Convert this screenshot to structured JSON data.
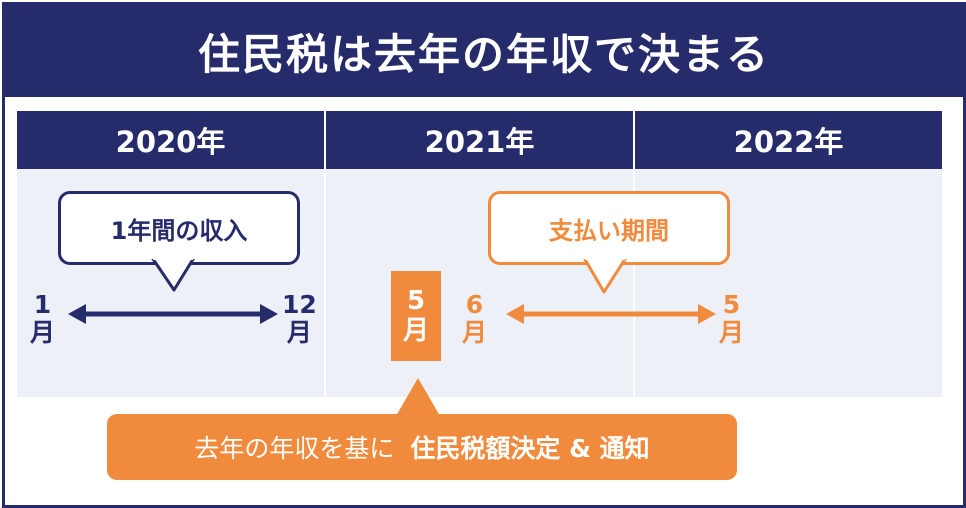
{
  "title": "住民税は去年の年収で決まる",
  "years": [
    "2020年",
    "2021年",
    "2022年"
  ],
  "income_bubble": {
    "label": "1年間の収入"
  },
  "income_period": {
    "start": {
      "num": "1",
      "unit": "月"
    },
    "end": {
      "num": "12",
      "unit": "月"
    }
  },
  "decision_month": {
    "num": "5",
    "unit": "月"
  },
  "payment_bubble": {
    "label": "支払い期間"
  },
  "payment_period": {
    "start": {
      "num": "6",
      "unit": "月"
    },
    "end": {
      "num": "5",
      "unit": "月"
    }
  },
  "notice": {
    "prefix": "去年の年収を基に",
    "emphasis": "住民税額決定 & 通知"
  },
  "colors": {
    "navy": "#252b6b",
    "orange": "#f08a3c",
    "band": "#eef0f8"
  }
}
